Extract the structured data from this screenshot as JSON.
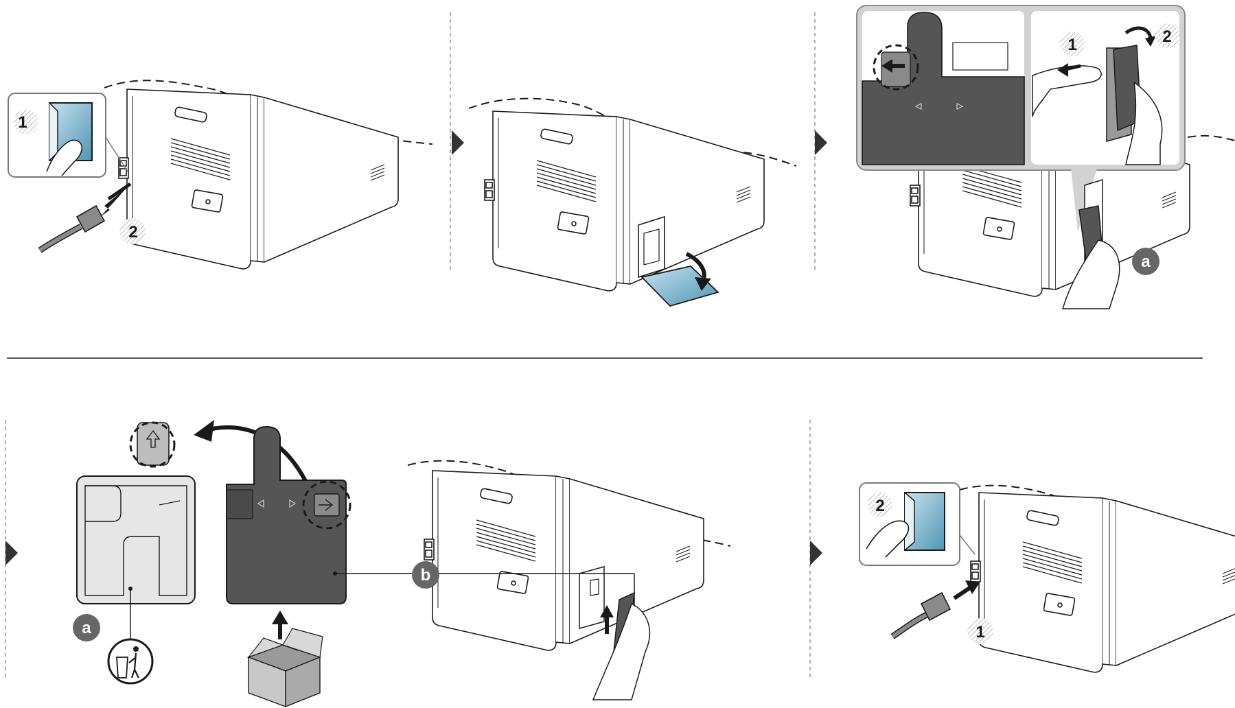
{
  "steps": {
    "s1": {
      "callout1": "1",
      "callout2": "2"
    },
    "s3": {
      "callout1": "1",
      "callout2": "2",
      "badge_a": "a"
    },
    "s4": {
      "badge_a": "a",
      "badge_b": "b"
    },
    "s6": {
      "callout2": "2",
      "callout1": "1"
    }
  },
  "colors": {
    "line": "#1a1a1a",
    "panel_gray": "#cfcfcf",
    "toner_dark": "#555555",
    "toner_light": "#e6e6e6",
    "switch_blue": "#7fb7d0",
    "badge": "#666666",
    "arrow_step": "#333333",
    "separator": "#555555"
  },
  "icons": [
    "power-switch-icon",
    "power-cord-icon",
    "waste-toner-bottle-icon",
    "recycle-bin-icon",
    "new-box-icon",
    "step-arrow-icon"
  ]
}
